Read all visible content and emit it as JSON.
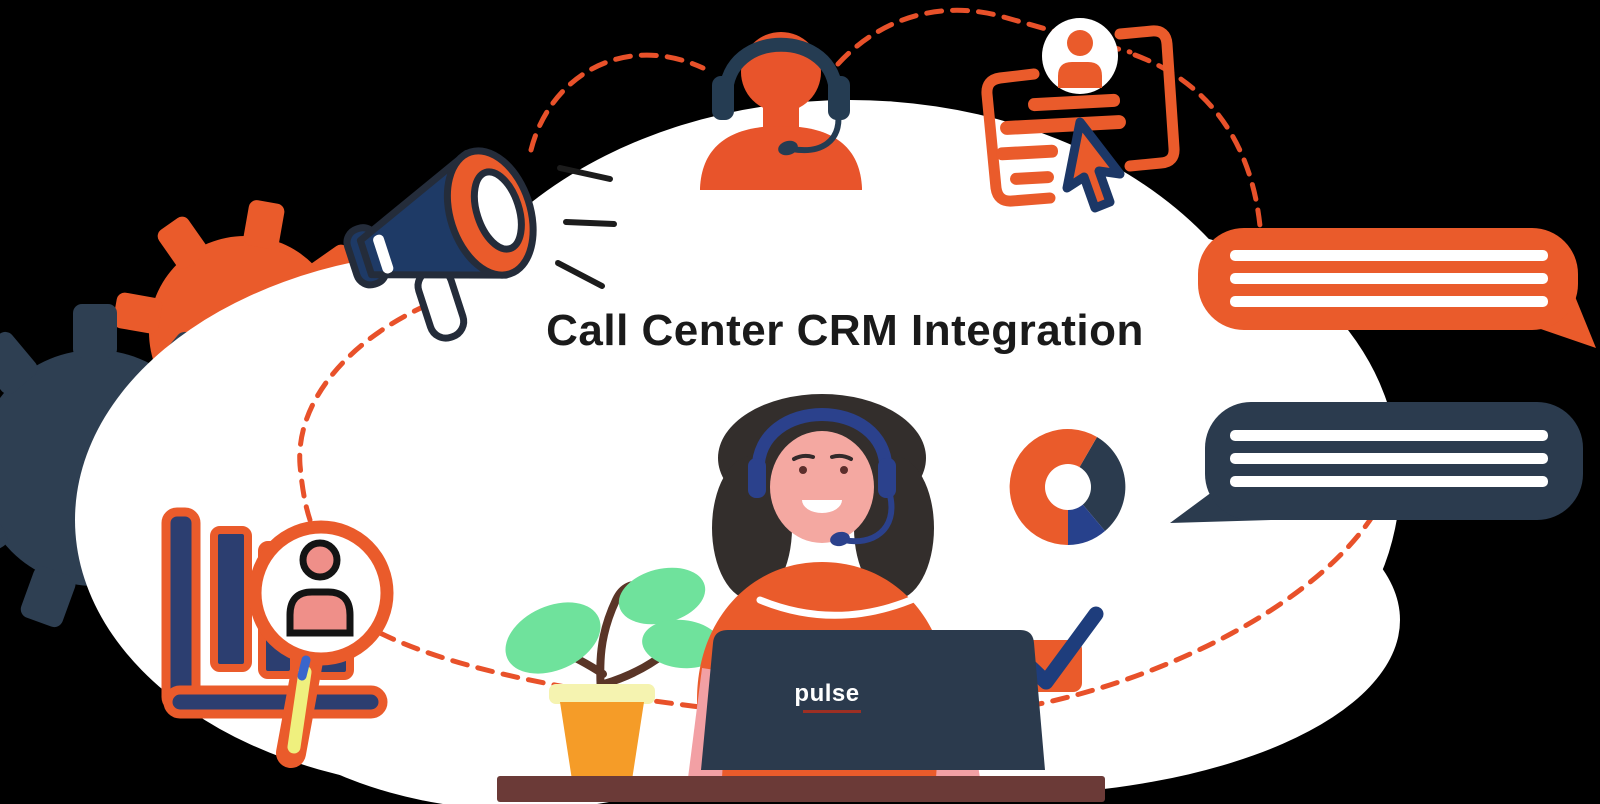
{
  "title": {
    "text": "Call Center CRM Integration"
  },
  "laptop": {
    "brand": "pulse"
  },
  "palette": {
    "background": "#000000",
    "cloud_white": "#FFFFFF",
    "brand_orange": "#EA5B2B",
    "dash_orange": "#E8512A",
    "dark_navy": "#2B3B4E",
    "megaphone_navy": "#1E3A66",
    "royal_blue": "#2B418C",
    "skin_pink": "#F4A8A1",
    "salmon": "#EF8F89",
    "leaf_mint": "#6FE29C",
    "pot_orange": "#F59C28",
    "pot_rim_yellow": "#F5F3B0",
    "desk_brown": "#6B3A37",
    "hair_dark": "#332E2C",
    "handle_yellow": "#EFF07E"
  },
  "donut_chart": {
    "segments": [
      {
        "name": "orange",
        "color": "#EA5B2B",
        "fraction": 0.58
      },
      {
        "name": "dark-navy",
        "color": "#2B3B4E",
        "fraction": 0.31
      },
      {
        "name": "royal-blue",
        "color": "#27418C",
        "fraction": 0.11
      }
    ]
  },
  "icons": [
    "gear-icon",
    "megaphone-icon",
    "support-agent-icon",
    "contact-form-cursor-icon",
    "chat-bubble-orange-icon",
    "chat-bubble-navy-icon",
    "donut-chart-icon",
    "checkbox-checked-icon",
    "user-search-analytics-icon",
    "potted-plant",
    "agent-with-headset",
    "laptop"
  ]
}
